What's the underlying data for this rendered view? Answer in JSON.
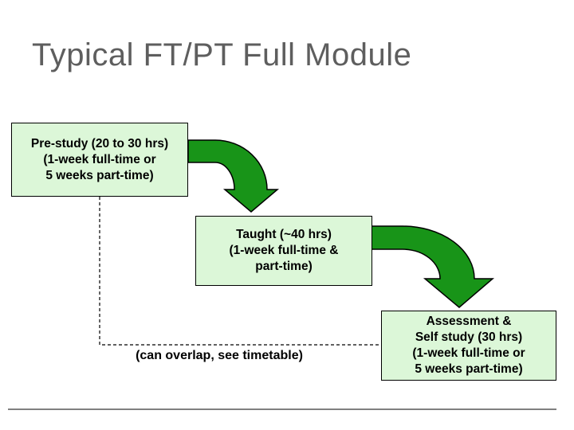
{
  "slide": {
    "title": "Typical FT/PT Full Module",
    "boxes": [
      {
        "id": "pre-study",
        "lines": [
          "Pre-study (20 to 30 hrs)",
          "(1-week full-time or",
          "5 weeks part-time)"
        ]
      },
      {
        "id": "taught",
        "lines": [
          "Taught (~40 hrs)",
          "(1-week full-time &",
          "part-time)"
        ]
      },
      {
        "id": "assessment",
        "lines": [
          "Assessment &",
          "Self study (30 hrs)",
          "(1-week full-time or",
          "5 weeks part-time)"
        ]
      }
    ],
    "overlap_note": "(can overlap, see timetable)",
    "colors": {
      "background": "#ffffff",
      "box_fill": "#dcf7d8",
      "box_border": "#000000",
      "arrow_fill": "#189418",
      "arrow_outline": "#000000",
      "title_text": "#5e5e5e",
      "body_text": "#000000",
      "footer_line": "#808080"
    }
  }
}
